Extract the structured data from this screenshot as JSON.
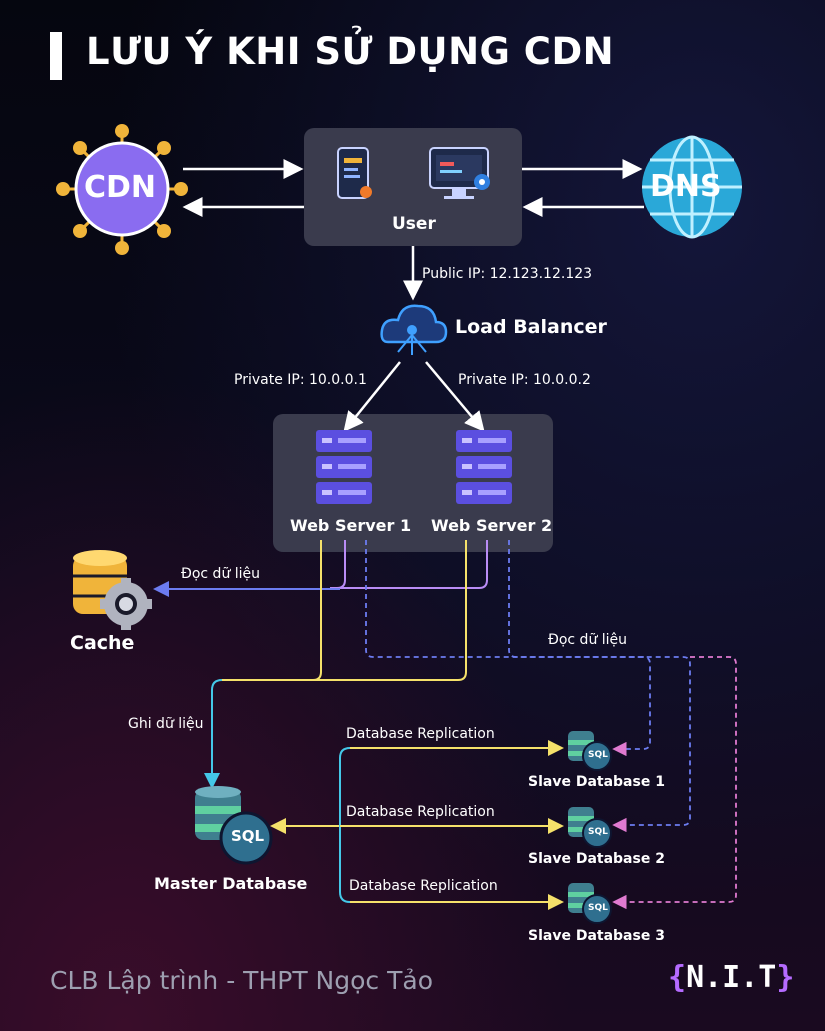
{
  "title": "LƯU Ý KHI SỬ DỤNG CDN",
  "nodes": {
    "cdn": "CDN",
    "dns": "DNS",
    "user": "User",
    "load_balancer": "Load Balancer",
    "web_server_1": "Web Server 1",
    "web_server_2": "Web Server 2",
    "cache": "Cache",
    "master_db": "Master Database",
    "master_db_icon": "SQL",
    "slave_db_1": "Slave Database 1",
    "slave_db_2": "Slave Database 2",
    "slave_db_3": "Slave Database 3",
    "slave_db_icon": "SQL"
  },
  "edges": {
    "public_ip": "Public IP: 12.123.12.123",
    "private_ip_1": "Private IP: 10.0.0.1",
    "private_ip_2": "Private IP: 10.0.0.2",
    "read_cache": "Đọc dữ liệu",
    "read_slaves": "Đọc dữ liệu",
    "write": "Ghi dữ liệu",
    "replication_1": "Database Replication",
    "replication_2": "Database Replication",
    "replication_3": "Database Replication"
  },
  "footer": "CLB Lập trình - THPT Ngọc Tảo",
  "logo": {
    "open": "{",
    "text": "N.I.T",
    "close": "}"
  },
  "colors": {
    "yellow": "#f5e16a",
    "purple": "#b98cf5",
    "blue": "#6c7cf0",
    "pink": "#e07ad0",
    "cyan": "#44c8e8",
    "cdn": "#8a6cf0",
    "cdn_dots": "#f0b43a",
    "dns": "#2aa8d8",
    "server": "#5b4fe0",
    "panel": "#3a3b4d"
  }
}
